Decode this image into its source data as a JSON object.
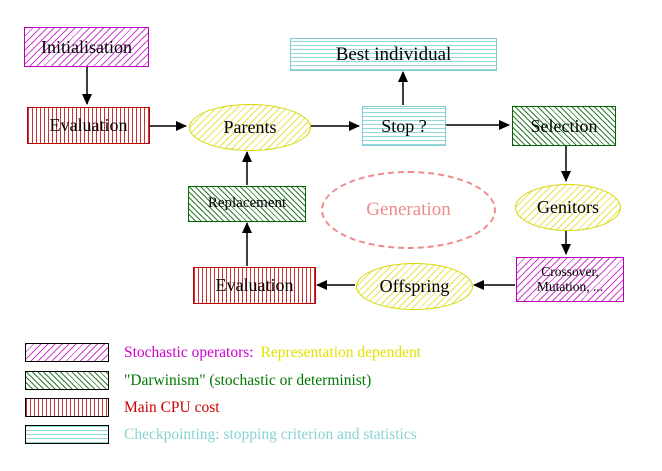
{
  "nodes": {
    "initialisation": "Initialisation",
    "evaluation_top": "Evaluation",
    "parents": "Parents",
    "best_individual": "Best individual",
    "stop": "Stop ?",
    "selection": "Selection",
    "genitors": "Genitors",
    "crossover_line1": "Crossover,",
    "crossover_line2": "Mutation, ...",
    "offspring": "Offspring",
    "evaluation_bottom": "Evaluation",
    "replacement": "Replacement",
    "generation": "Generation"
  },
  "legend": {
    "stochastic": {
      "label": "Stochastic operators:",
      "note": "Representation dependent"
    },
    "darwinism": {
      "label": "\"Darwinism\" (stochastic or determinist)"
    },
    "cpu": {
      "label": "Main CPU cost"
    },
    "checkpointing": {
      "label": "Checkpointing: stopping criterion and statistics"
    }
  },
  "colors": {
    "stochastic_magenta": "#cc00cc",
    "darwinism_green": "#007700",
    "cpu_red": "#cc0000",
    "checkpoint_cyan": "#8ad2d2",
    "operator_yellow": "#d6d600",
    "generation_salmon": "#ec8b8b",
    "arrow_black": "#000000"
  }
}
